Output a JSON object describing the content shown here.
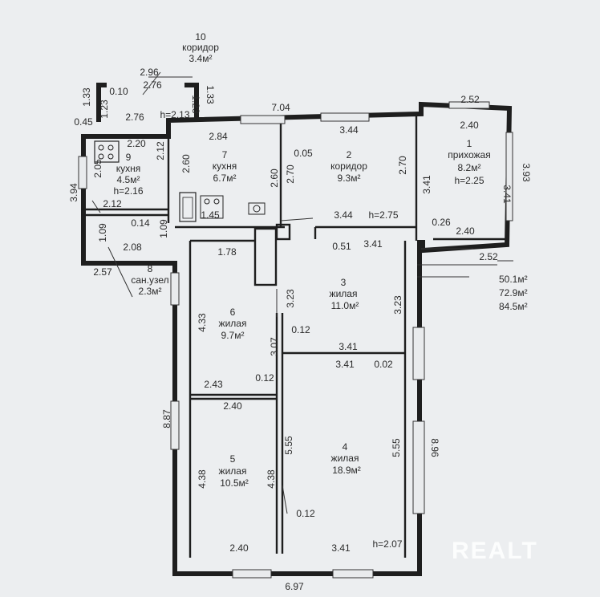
{
  "rooms": [
    {
      "id": "r10",
      "num": "10",
      "name": "коридор",
      "area": "3.4м²"
    },
    {
      "id": "r9",
      "num": "9",
      "name": "кухня",
      "area": "4.5м²",
      "height": "h=2.16"
    },
    {
      "id": "r7",
      "num": "7",
      "name": "кухня",
      "area": "6.7м²"
    },
    {
      "id": "r2",
      "num": "2",
      "name": "коридор",
      "area": "9.3м²"
    },
    {
      "id": "r1",
      "num": "1",
      "name": "прихожая",
      "area": "8.2м²",
      "height": "h=2.25"
    },
    {
      "id": "r8",
      "num": "8",
      "name": "сан.узел",
      "area": "2.3м²"
    },
    {
      "id": "r3",
      "num": "3",
      "name": "жилая",
      "area": "11.0м²"
    },
    {
      "id": "r6",
      "num": "6",
      "name": "жилая",
      "area": "9.7м²"
    },
    {
      "id": "r5",
      "num": "5",
      "name": "жилая",
      "area": "10.5м²"
    },
    {
      "id": "r4",
      "num": "4",
      "name": "жилая",
      "area": "18.9м²"
    }
  ],
  "totals": [
    "50.1м²",
    "72.9м²",
    "84.5м²"
  ],
  "dimensions": [
    "2.96",
    "2.76",
    "1.33",
    "0.10",
    "1.23",
    "1.33",
    "1.23",
    "0.45",
    "2.76",
    "h=2.13",
    "7.04",
    "2.52",
    "2.20",
    "2.84",
    "3.44",
    "2.40",
    "2.12",
    "2.05",
    "3.94",
    "2.60",
    "0.05",
    "2.60",
    "2.70",
    "2.70",
    "3.41",
    "3.93",
    "3.41",
    "2.12",
    "0.14",
    "1.45",
    "3.44",
    "h=2.75",
    "0.26",
    "2.40",
    "1.09",
    "1.09",
    "2.08",
    "2.57",
    "1.78",
    "0.51",
    "3.41",
    "2.52",
    "3.23",
    "3.23",
    "4.33",
    "0.12",
    "3.07",
    "3.41",
    "3.41",
    "0.02",
    "2.43",
    "0.12",
    "2.40",
    "8.87",
    "5.55",
    "5.55",
    "8.96",
    "4.38",
    "4.38",
    "0.12",
    "2.40",
    "3.41",
    "h=2.07",
    "6.97"
  ],
  "watermark": "REALT"
}
